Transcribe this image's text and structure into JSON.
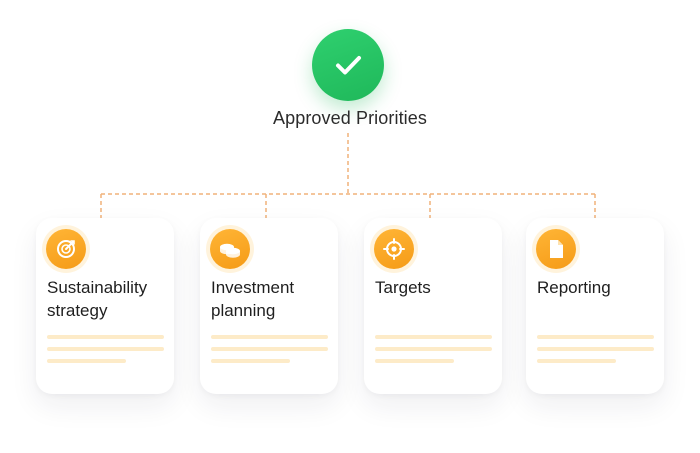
{
  "root": {
    "label": "Approved Priorities",
    "icon": "check-icon",
    "color": "#22c463"
  },
  "connector_color": "#f0b27a",
  "accent_color": "#f7a21f",
  "cards": [
    {
      "title": "Sustainability strategy",
      "icon": "target-dial-icon"
    },
    {
      "title": "Investment planning",
      "icon": "coins-icon"
    },
    {
      "title": "Targets",
      "icon": "crosshair-icon"
    },
    {
      "title": "Reporting",
      "icon": "document-icon"
    }
  ]
}
